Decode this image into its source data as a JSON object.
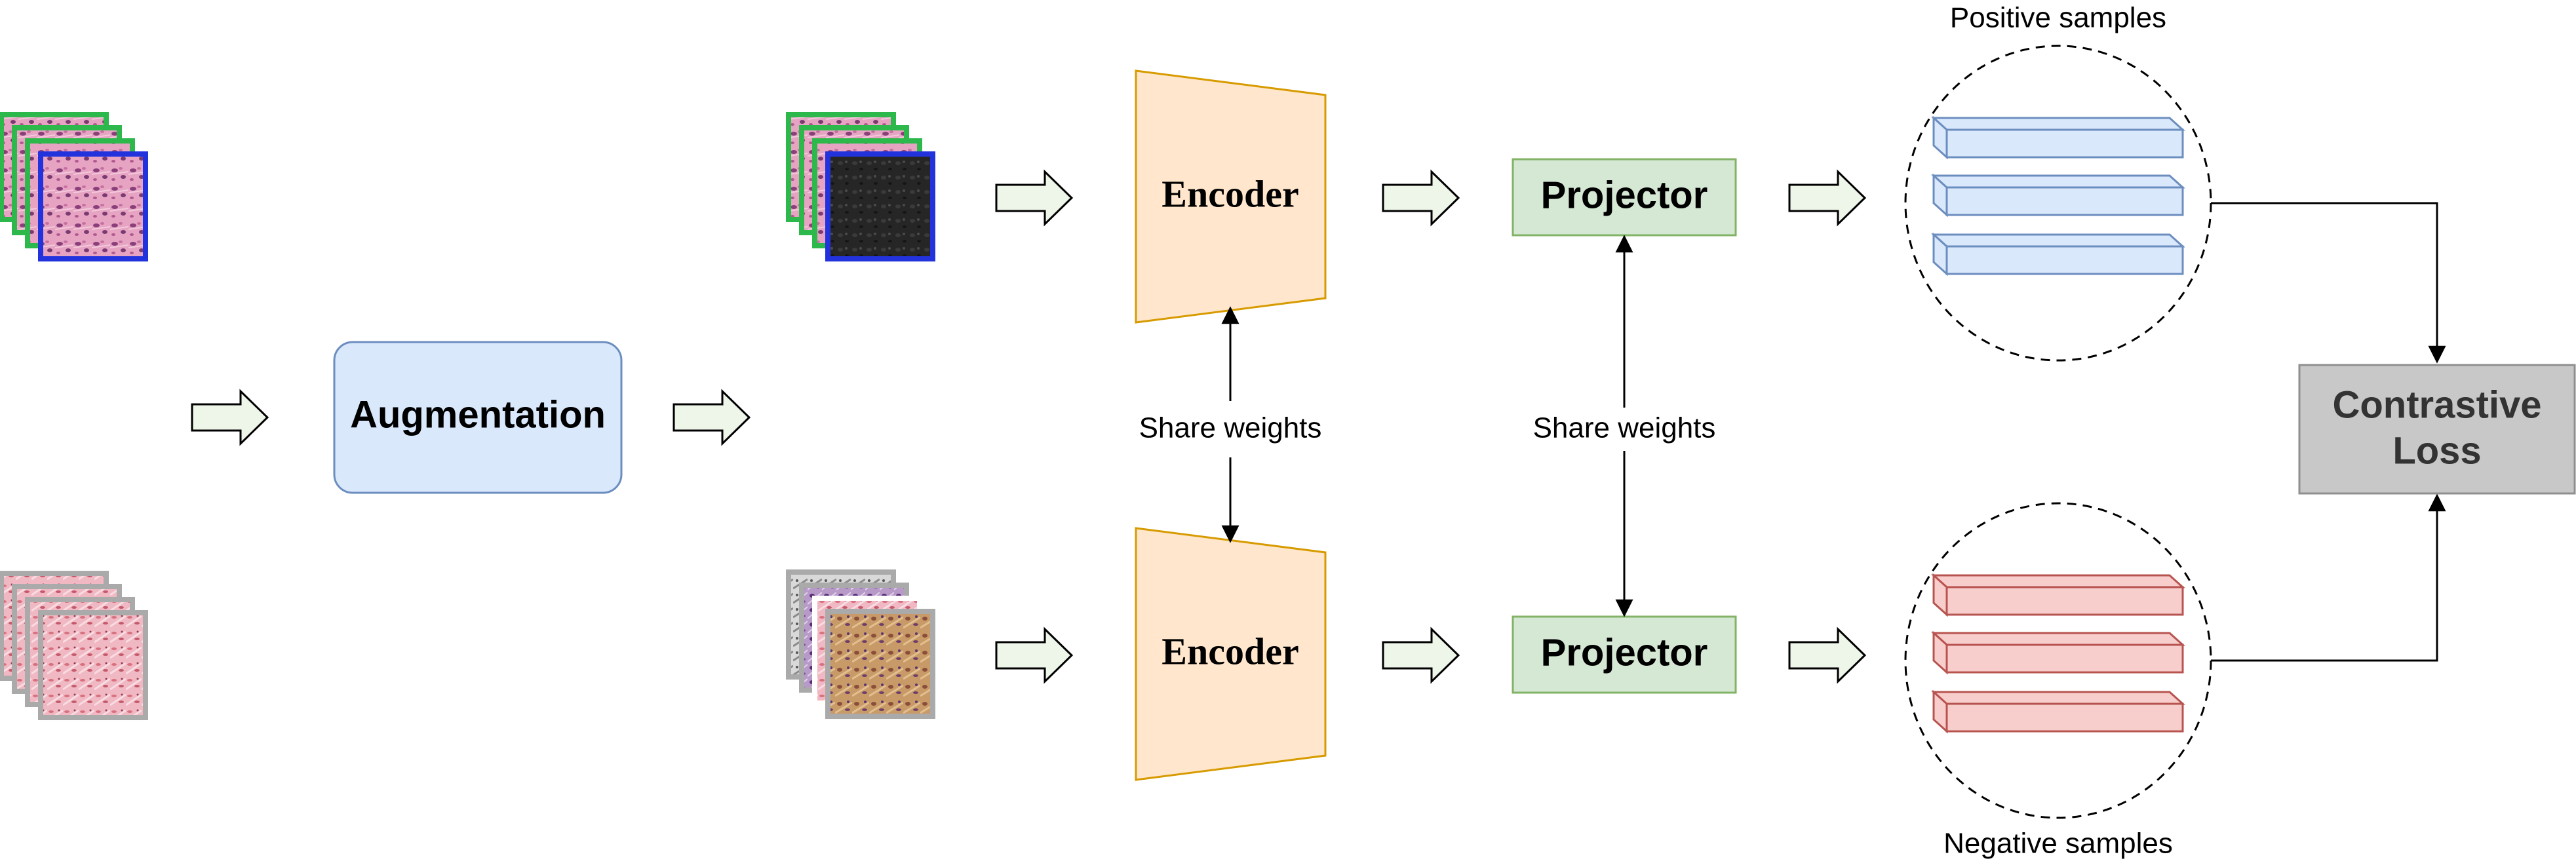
{
  "nodes": {
    "augmentation": "Augmentation",
    "encoder_top": "Encoder",
    "encoder_bottom": "Encoder",
    "projector_top": "Projector",
    "projector_bottom": "Projector",
    "loss_line1": "Contrastive",
    "loss_line2": "Loss"
  },
  "labels": {
    "share_weights_encoder": "Share weights",
    "share_weights_projector": "Share weights",
    "positive_samples": "Positive samples",
    "negative_samples": "Negative samples"
  },
  "colors": {
    "augmentation_fill": "#dae8fc",
    "augmentation_stroke": "#6c8ebf",
    "encoder_fill": "#ffe6cc",
    "encoder_stroke": "#d79b00",
    "projector_fill": "#d5e8d4",
    "projector_stroke": "#82b366",
    "loss_fill": "#c8c8c8",
    "loss_stroke": "#8f8f8f",
    "block_arrow_fill": "#eef5e9",
    "positive_bar_fill": "#dae8fc",
    "positive_bar_stroke": "#6c8ebf",
    "negative_bar_fill": "#f8cecc",
    "negative_bar_stroke": "#b85450",
    "patch_green": "#2db84b",
    "patch_blue": "#2233dd",
    "patch_gray": "#aaaaaa"
  },
  "icons": [
    "tissue-image-stack",
    "block-arrow-icon",
    "feature-vector-bar"
  ]
}
